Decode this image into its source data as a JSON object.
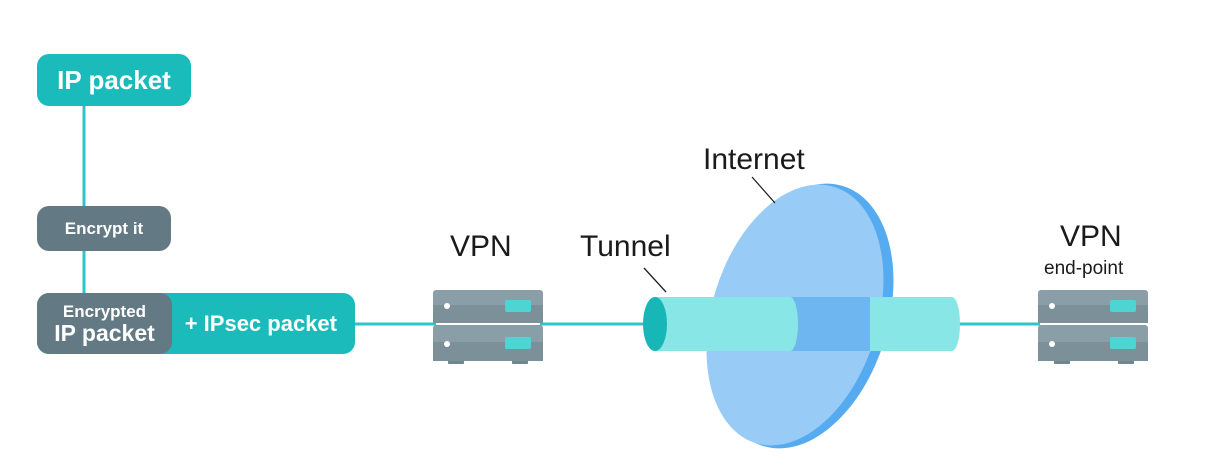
{
  "colors": {
    "teal": "#1bbbbb",
    "slate": "#637a84",
    "line": "#2cc6c6",
    "tunnel": "#88e6e6",
    "tunnel_end": "#17b7b7",
    "disc": "#98cbf5",
    "disc_edge": "#55aaf0",
    "tunnel_inside": "#6db6ef",
    "server": "#8a9ea7",
    "server_dark": "#6f858f",
    "server_led": "#4fd4d4"
  },
  "flow": {
    "ip_packet": "IP packet",
    "encrypt_step": "Encrypt it",
    "encrypted_line1": "Encrypted",
    "encrypted_line2": "IP packet",
    "ipsec_suffix": "+ IPsec packet"
  },
  "labels": {
    "vpn": "VPN",
    "tunnel": "Tunnel",
    "internet": "Internet",
    "endpoint_title": "VPN",
    "endpoint_subtitle": "end-point"
  }
}
